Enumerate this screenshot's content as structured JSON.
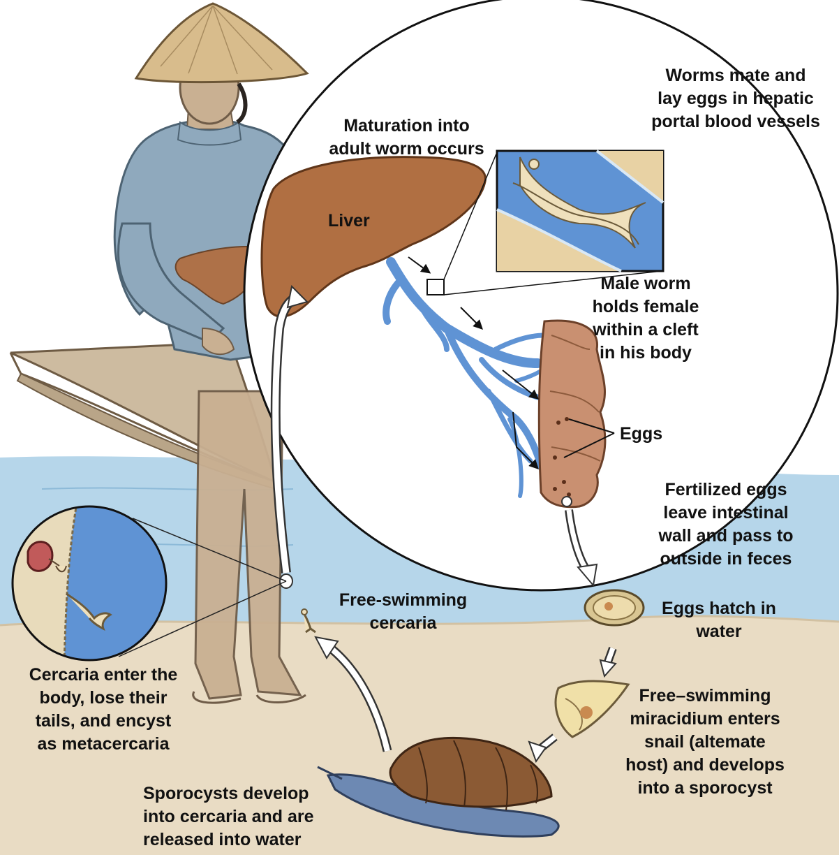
{
  "colors": {
    "water": "#a9cfe6",
    "ground": "#e9dcc4",
    "liver": "#b06f42",
    "vessel": "#5f93d4",
    "intestine": "#c99071",
    "shirt": "#8fa9bd",
    "skin": "#c9b092",
    "snail_shell": "#8b5a34"
  },
  "labels": {
    "worms_mate": [
      "Worms  mate and",
      "lay eggs  in hepatic",
      "portal blood vessels"
    ],
    "maturation": [
      "Maturation into",
      "adult worm occurs"
    ],
    "liver": "Liver",
    "male_worm": [
      "Male worm",
      "holds female",
      "within a cleft",
      "in his body"
    ],
    "eggs": "Eggs",
    "fertilized": [
      "Fertilized eggs",
      "leave intestinal",
      "wall and pass  to",
      "outside in feces"
    ],
    "free_swimming_cercaria": [
      "Free-swimming",
      "cercaria"
    ],
    "eggs_hatch": [
      "Eggs hatch in",
      "water"
    ],
    "cercaria_enter": [
      "Cercaria enter the",
      "body, lose their",
      "tails, and encyst",
      "as metacercaria"
    ],
    "miracidium": [
      "Free–swimming",
      "miracidium enters",
      "snail (altemate",
      "host) and develops",
      "into a sporocyst"
    ],
    "sporocysts": [
      "Sporocysts develop",
      "into cercaria and are",
      "released into water"
    ]
  }
}
